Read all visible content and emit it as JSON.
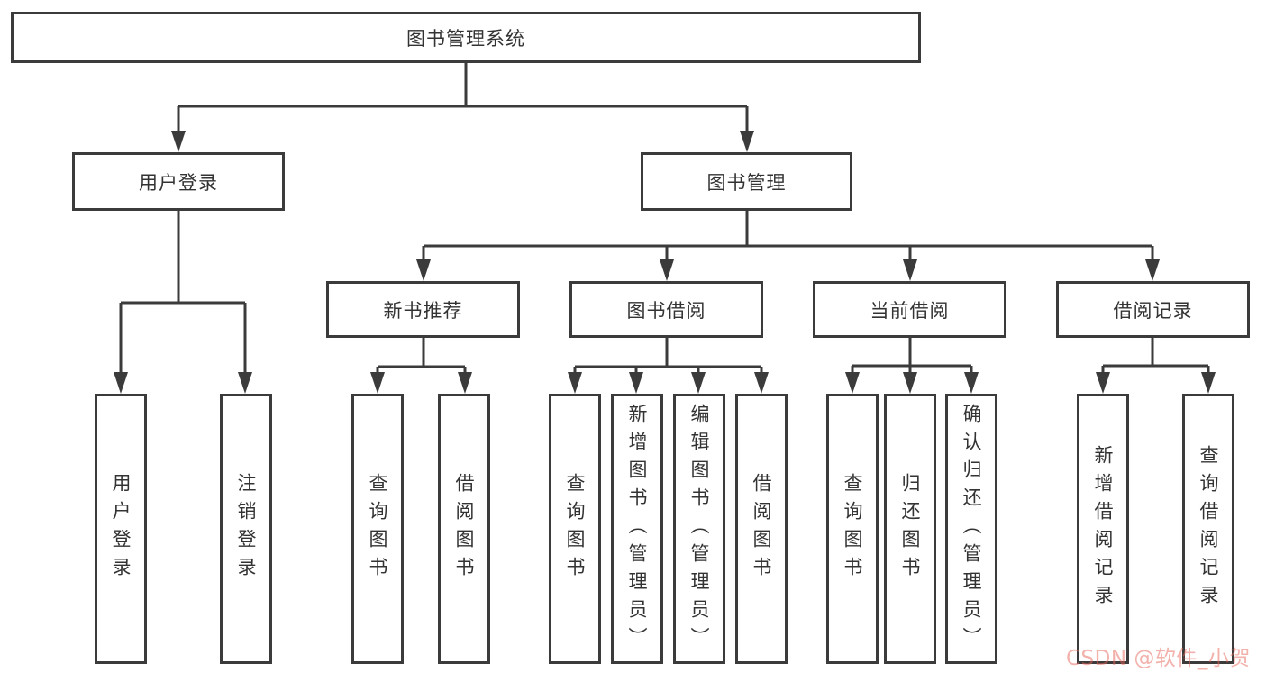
{
  "root": {
    "label": "图书管理系统"
  },
  "user_login": {
    "label": "用户登录",
    "children": [
      {
        "label": "用户登录"
      },
      {
        "label": "注销登录"
      }
    ]
  },
  "book_mgmt": {
    "label": "图书管理",
    "sections": [
      {
        "label": "新书推荐",
        "children": [
          {
            "label": "查询图书"
          },
          {
            "label": "借阅图书"
          }
        ]
      },
      {
        "label": "图书借阅",
        "children": [
          {
            "label": "查询图书"
          },
          {
            "label": "新增图书（管理员）"
          },
          {
            "label": "编辑图书（管理员）"
          },
          {
            "label": "借阅图书"
          }
        ]
      },
      {
        "label": "当前借阅",
        "children": [
          {
            "label": "查询图书"
          },
          {
            "label": "归还图书"
          },
          {
            "label": "确认归还（管理员）"
          }
        ]
      },
      {
        "label": "借阅记录",
        "children": [
          {
            "label": "新增借阅记录"
          },
          {
            "label": "查询借阅记录"
          }
        ]
      }
    ]
  },
  "watermark": {
    "text": "CSDN @软件_小贺同学"
  },
  "colors": {
    "line": "#3b3b3b",
    "text": "#333333",
    "background": "#ffffff",
    "watermark_tint": "#e8645a"
  }
}
